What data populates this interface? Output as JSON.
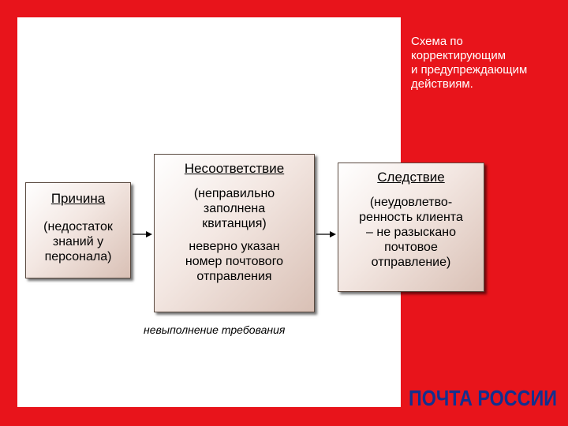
{
  "title": "Схема по\nкорректирующим\nи предупреждающим\nдействиям.",
  "cause": {
    "heading": "Причина",
    "text": "(недостаток\nзнаний у\nперсонала)"
  },
  "nonconformity": {
    "heading": "Несоответствие",
    "text1": "(неправильно\nзаполнена\nквитанция)",
    "text2": "неверно указан\nномер почтового\nотправления"
  },
  "effect": {
    "heading": "Следствие",
    "text": "(неудовлетво-\nренность клиента\n– не разыскано\nпочтовое\nотправление)"
  },
  "note": "невыполнение требования",
  "logo": {
    "text": "ПОЧТА РОССИИ"
  },
  "colors": {
    "background": "#e8141b",
    "logo": "#12308f",
    "panel": "#ffffff"
  }
}
